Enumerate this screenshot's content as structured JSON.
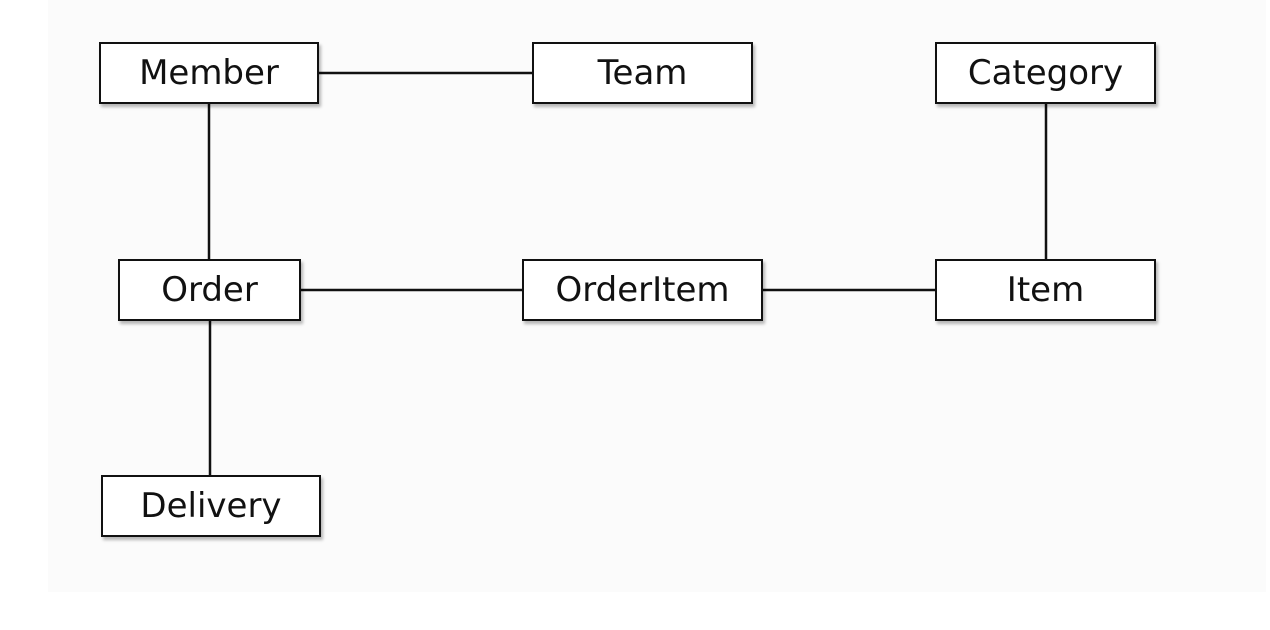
{
  "diagram": {
    "entities": {
      "member": "Member",
      "team": "Team",
      "category": "Category",
      "order": "Order",
      "order_item": "OrderItem",
      "item": "Item",
      "delivery": "Delivery"
    },
    "relations": [
      [
        "Member",
        "Team"
      ],
      [
        "Member",
        "Order"
      ],
      [
        "Category",
        "Item"
      ],
      [
        "Order",
        "OrderItem"
      ],
      [
        "OrderItem",
        "Item"
      ],
      [
        "Order",
        "Delivery"
      ]
    ],
    "line_color": "#111111",
    "box_border_color": "#111111"
  }
}
